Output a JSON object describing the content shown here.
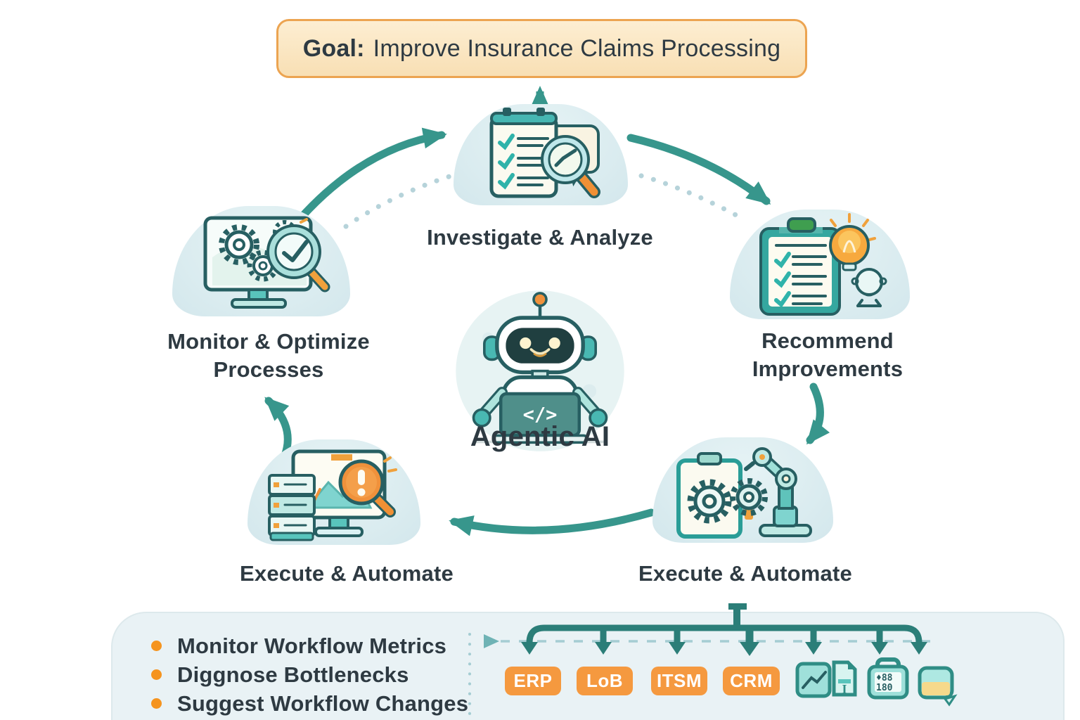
{
  "goal": {
    "prefix": "Goal:",
    "text": "Improve Insurance Claims Processing"
  },
  "center": {
    "label": "Agentic AI",
    "laptop_code": "</>"
  },
  "nodes": {
    "investigate": {
      "label": "Investigate & Analyze",
      "icon": "clipboard-magnifier-icon"
    },
    "recommend": {
      "label": "Recommend Improvements",
      "icon": "clipboard-lightbulb-icon"
    },
    "execute_right": {
      "label": "Execute & Automate",
      "icon": "robot-arm-gears-icon"
    },
    "execute_left": {
      "label": "Execute & Automate",
      "icon": "server-monitor-alert-icon"
    },
    "monitor": {
      "label": "Monitor & Optimize Processes",
      "icon": "monitor-gears-magnifier-icon"
    }
  },
  "footer": {
    "bullets": [
      "Monitor Workflow Metrics",
      "Diggnose Bottlenecks",
      "Suggest Workflow Changes"
    ],
    "tags": [
      "ERP",
      "LoB",
      "ITSM",
      "CRM"
    ],
    "system_icons": [
      "analytics-report-icon",
      "control-panel-icon",
      "card-edit-icon"
    ]
  },
  "colors": {
    "teal_arrow": "#37968c",
    "teal_dark": "#2b7e78",
    "icon_outline": "#275f62",
    "orange": "#f5993f",
    "banner_bg": "#f9e3bb",
    "banner_border": "#eca451",
    "panel_bg": "#e9f2f5",
    "bubble_bg": "#dcedf0",
    "text": "#2e3a42"
  }
}
